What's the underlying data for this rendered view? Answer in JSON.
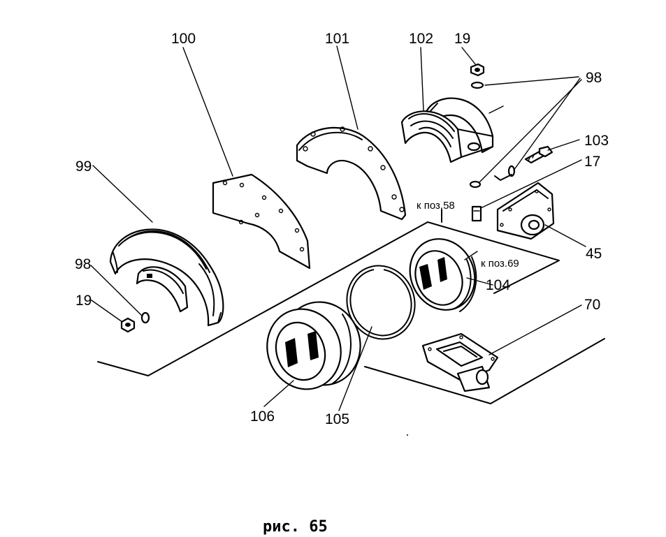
{
  "caption": "рис. 65",
  "labels": {
    "p100": "100",
    "p101": "101",
    "p102": "102",
    "p19_top": "19",
    "p98_top": "98",
    "p103": "103",
    "p17": "17",
    "p99": "99",
    "ref58": "к поз.58",
    "p45": "45",
    "p98_left": "98",
    "ref69": "к поз.69",
    "p104": "104",
    "p19_left": "19",
    "p70": "70",
    "p106": "106",
    "p105": "105"
  }
}
